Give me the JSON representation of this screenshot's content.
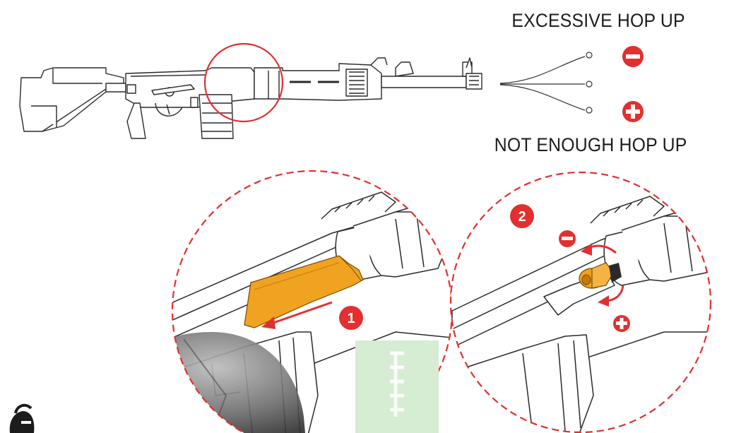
{
  "labels": {
    "excessive": "EXCESSIVE HOP UP",
    "not_enough": "NOT ENOUGH HOP UP"
  },
  "steps": [
    {
      "number": "1"
    },
    {
      "number": "2"
    }
  ],
  "icons": {
    "minus": "minus-circle-icon",
    "plus": "plus-circle-icon"
  },
  "colors": {
    "accent_red": "#e32f2f",
    "hop_up_part": "#f0a320",
    "line_art": "#2a2a2a",
    "watermark_green": "#d6ecd3"
  }
}
